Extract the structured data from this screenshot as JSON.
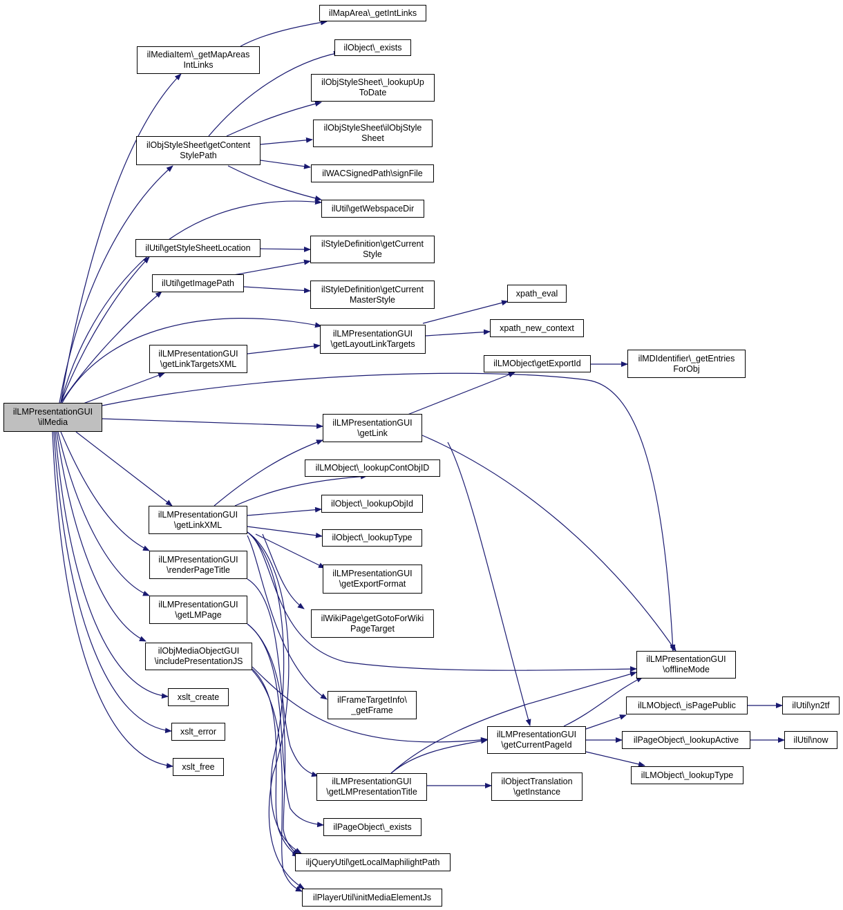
{
  "colors": {
    "edge": "#191970",
    "node_border": "#000000",
    "node_fill": "#ffffff",
    "root_fill": "#bfbfbf"
  },
  "nodes": {
    "root": {
      "lines": [
        "ilLMPresentationGUI",
        "\\ilMedia"
      ]
    },
    "getMapAreasIntLinks": {
      "lines": [
        "ilMediaItem\\_getMapAreas",
        "IntLinks"
      ]
    },
    "mapAreaGetIntLinks": {
      "lines": [
        "ilMapArea\\_getIntLinks"
      ]
    },
    "objectExists": {
      "lines": [
        "ilObject\\_exists"
      ]
    },
    "lookupUpToDate": {
      "lines": [
        "ilObjStyleSheet\\_lookupUp",
        "ToDate"
      ]
    },
    "objStyleSheetCtor": {
      "lines": [
        "ilObjStyleSheet\\ilObjStyle",
        "Sheet"
      ]
    },
    "getContentStylePath": {
      "lines": [
        "ilObjStyleSheet\\getContent",
        "StylePath"
      ]
    },
    "signFile": {
      "lines": [
        "ilWACSignedPath\\signFile"
      ]
    },
    "getWebspaceDir": {
      "lines": [
        "ilUtil\\getWebspaceDir"
      ]
    },
    "getStyleSheetLocation": {
      "lines": [
        "ilUtil\\getStyleSheetLocation"
      ]
    },
    "getCurrentStyle": {
      "lines": [
        "ilStyleDefinition\\getCurrent",
        "Style"
      ]
    },
    "getImagePath": {
      "lines": [
        "ilUtil\\getImagePath"
      ]
    },
    "getCurrentMasterStyle": {
      "lines": [
        "ilStyleDefinition\\getCurrent",
        "MasterStyle"
      ]
    },
    "xpathEval": {
      "lines": [
        "xpath_eval"
      ]
    },
    "getLayoutLinkTargets": {
      "lines": [
        "ilLMPresentationGUI",
        "\\getLayoutLinkTargets"
      ]
    },
    "xpathNewContext": {
      "lines": [
        "xpath_new_context"
      ]
    },
    "getLinkTargetsXML": {
      "lines": [
        "ilLMPresentationGUI",
        "\\getLinkTargetsXML"
      ]
    },
    "getExportId": {
      "lines": [
        "ilLMObject\\getExportId"
      ]
    },
    "getEntriesForObj": {
      "lines": [
        "ilMDIdentifier\\_getEntries",
        "ForObj"
      ]
    },
    "getLink": {
      "lines": [
        "ilLMPresentationGUI",
        "\\getLink"
      ]
    },
    "lookupContObjID": {
      "lines": [
        "ilLMObject\\_lookupContObjID"
      ]
    },
    "lookupObjId": {
      "lines": [
        "ilObject\\_lookupObjId"
      ]
    },
    "getLinkXML": {
      "lines": [
        "ilLMPresentationGUI",
        "\\getLinkXML"
      ]
    },
    "objectLookupType": {
      "lines": [
        "ilObject\\_lookupType"
      ]
    },
    "renderPageTitle": {
      "lines": [
        "ilLMPresentationGUI",
        "\\renderPageTitle"
      ]
    },
    "getExportFormat": {
      "lines": [
        "ilLMPresentationGUI",
        "\\getExportFormat"
      ]
    },
    "getLMPage": {
      "lines": [
        "ilLMPresentationGUI",
        "\\getLMPage"
      ]
    },
    "getGotoForWikiPageTarget": {
      "lines": [
        "ilWikiPage\\getGotoForWiki",
        "PageTarget"
      ]
    },
    "includePresentationJS": {
      "lines": [
        "ilObjMediaObjectGUI",
        "\\includePresentationJS"
      ]
    },
    "offlineMode": {
      "lines": [
        "ilLMPresentationGUI",
        "\\offlineMode"
      ]
    },
    "xsltCreate": {
      "lines": [
        "xslt_create"
      ]
    },
    "getFrame": {
      "lines": [
        "ilFrameTargetInfo\\",
        "_getFrame"
      ]
    },
    "isPagePublic": {
      "lines": [
        "ilLMObject\\_isPagePublic"
      ]
    },
    "yn2tf": {
      "lines": [
        "ilUtil\\yn2tf"
      ]
    },
    "xsltError": {
      "lines": [
        "xslt_error"
      ]
    },
    "getCurrentPageId": {
      "lines": [
        "ilLMPresentationGUI",
        "\\getCurrentPageId"
      ]
    },
    "lookupActive": {
      "lines": [
        "ilPageObject\\_lookupActive"
      ]
    },
    "utilNow": {
      "lines": [
        "ilUtil\\now"
      ]
    },
    "xsltFree": {
      "lines": [
        "xslt_free"
      ]
    },
    "lmObjectLookupType": {
      "lines": [
        "ilLMObject\\_lookupType"
      ]
    },
    "getLMPresentationTitle": {
      "lines": [
        "ilLMPresentationGUI",
        "\\getLMPresentationTitle"
      ]
    },
    "getInstance": {
      "lines": [
        "ilObjectTranslation",
        "\\getInstance"
      ]
    },
    "pageObjectExists": {
      "lines": [
        "ilPageObject\\_exists"
      ]
    },
    "getLocalMaphilightPath": {
      "lines": [
        "iljQueryUtil\\getLocalMaphilightPath"
      ]
    },
    "initMediaElementJs": {
      "lines": [
        "ilPlayerUtil\\initMediaElementJs"
      ]
    }
  }
}
